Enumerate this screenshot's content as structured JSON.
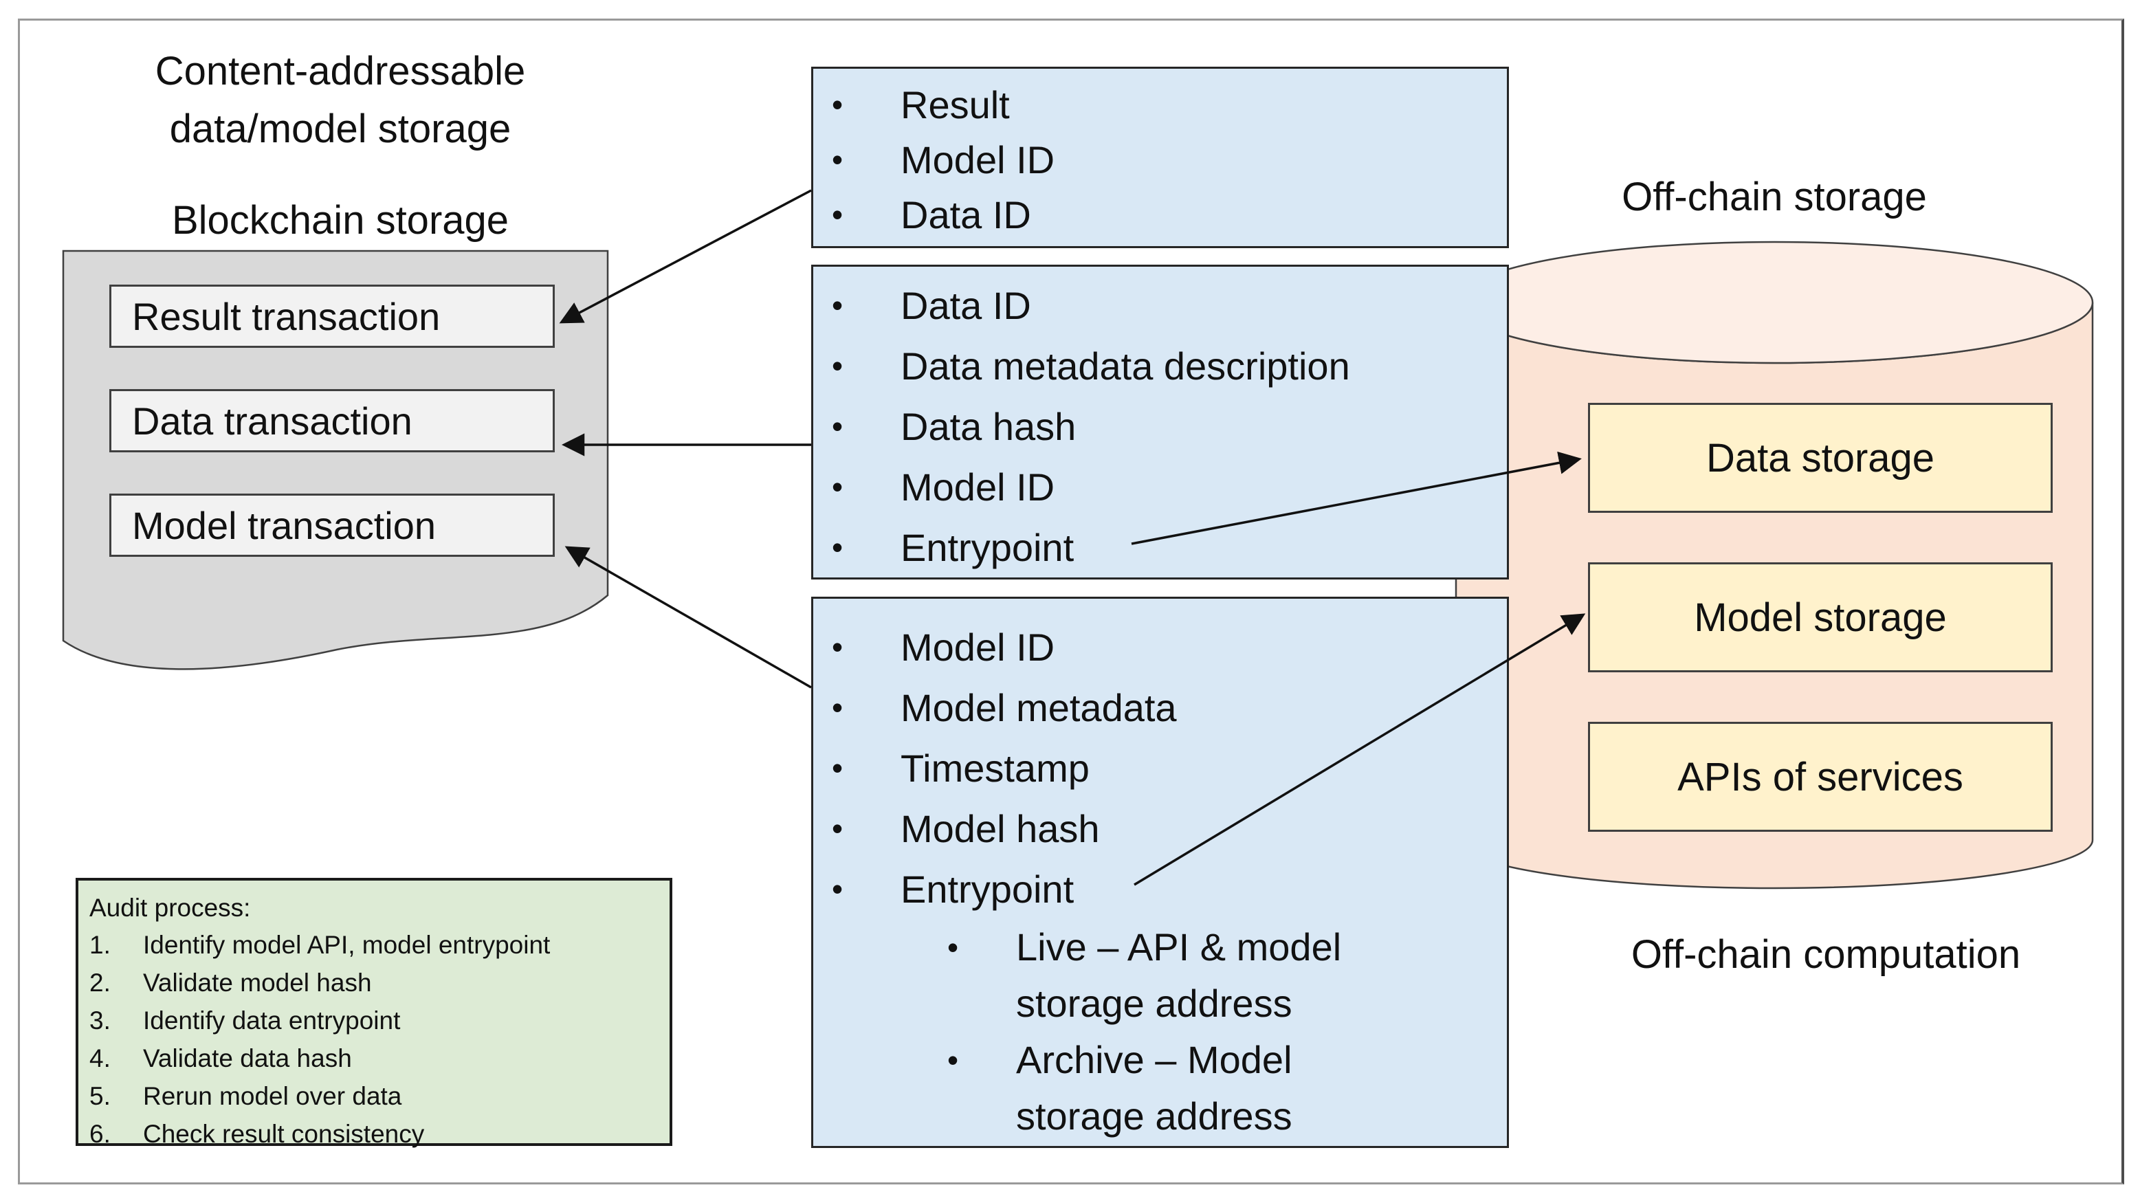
{
  "header": {
    "title_line1": "Content-addressable",
    "title_line2": "data/model storage"
  },
  "blockchain": {
    "label": "Blockchain storage",
    "transactions": [
      "Result transaction",
      "Data transaction",
      "Model transaction"
    ]
  },
  "box1": {
    "items": [
      "Result",
      "Model ID",
      "Data ID"
    ]
  },
  "box2": {
    "items": [
      "Data ID",
      "Data metadata description",
      "Data hash",
      "Model ID",
      "Entrypoint"
    ]
  },
  "box3": {
    "items": [
      "Model ID",
      "Model metadata",
      "Timestamp",
      "Model hash",
      "Entrypoint"
    ],
    "subitems": [
      "Live – API & model storage address",
      "Archive – Model storage address"
    ]
  },
  "offchain": {
    "storage_label": "Off-chain storage",
    "computation_label": "Off-chain computation",
    "services": [
      "Data storage",
      "Model storage",
      "APIs of services"
    ]
  },
  "audit": {
    "title": "Audit process:",
    "steps": [
      "Identify model API, model entrypoint",
      "Validate model hash",
      "Identify data entrypoint",
      "Validate data hash",
      "Rerun model over data",
      "Check result consistency"
    ]
  },
  "colors": {
    "blue_box_fill": "#d9e8f5",
    "gray_doc_fill": "#d9d9d9",
    "tx_box_fill": "#f2f2f2",
    "cylinder_body_fill": "#fbe3d4",
    "cylinder_top_fill": "#fdeee6",
    "service_box_fill": "#fff2cc",
    "audit_box_fill": "#ddebd5",
    "stroke": "#404040",
    "arrow": "#111111",
    "text": "#111111"
  }
}
